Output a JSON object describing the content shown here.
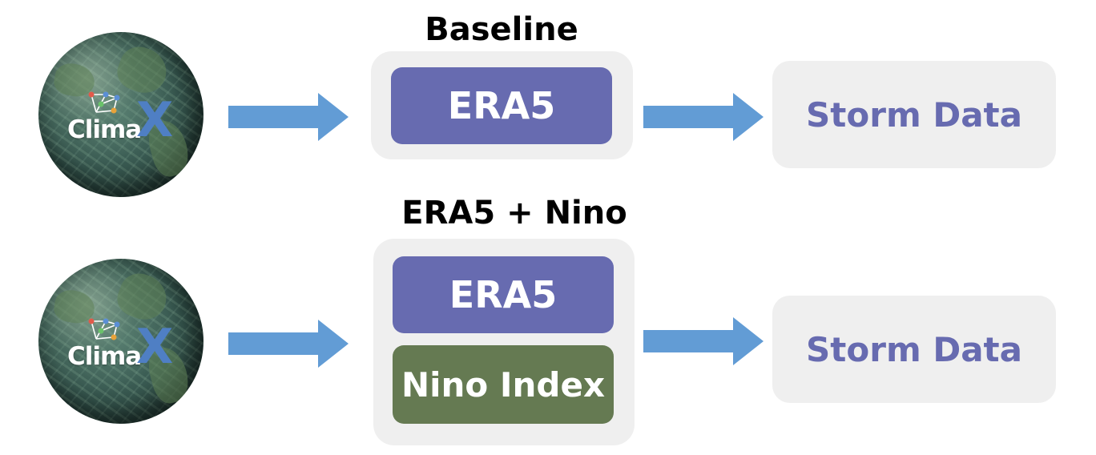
{
  "top": {
    "heading": "Baseline",
    "logo_text": "Clima",
    "logo_x": "X",
    "inputs": [
      {
        "label": "ERA5"
      }
    ],
    "output": "Storm Data"
  },
  "bottom": {
    "heading": "ERA5 + Nino",
    "logo_text": "Clima",
    "logo_x": "X",
    "inputs": [
      {
        "label": "ERA5"
      },
      {
        "label": "Nino Index"
      }
    ],
    "output": "Storm Data"
  },
  "colors": {
    "era5": "#676bb0",
    "nino": "#657a52",
    "arrow": "#629cd5",
    "panel": "#efefef",
    "storm_text": "#676bb0",
    "logo_x": "#4f7fc4"
  }
}
